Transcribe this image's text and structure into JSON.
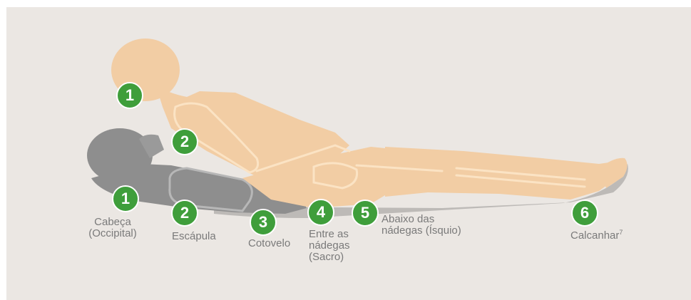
{
  "colors": {
    "background": "#ebe7e3",
    "badge": "#3f9e3b",
    "badge_border": "#ffffff",
    "skin": "#f4cfa6",
    "skin_outline": "#f8ecd8",
    "gray_figure": "#8c8c8c",
    "gray_figure_dark": "#6f6f6f",
    "label_text": "#7a7a7a"
  },
  "pressure_points": [
    {
      "number": "1",
      "label": ""
    },
    {
      "number": "2",
      "label": ""
    },
    {
      "number": "1",
      "label": "Cabeça\n(Occipital)"
    },
    {
      "number": "2",
      "label": "Escápula"
    },
    {
      "number": "3",
      "label": "Cotovelo"
    },
    {
      "number": "4",
      "label": "Entre as\nnádegas\n(Sacro)"
    },
    {
      "number": "5",
      "label": "Abaixo das\nnádegas (Ísquio)"
    },
    {
      "number": "6",
      "label": "Calcanhar",
      "superscript": "7"
    }
  ]
}
